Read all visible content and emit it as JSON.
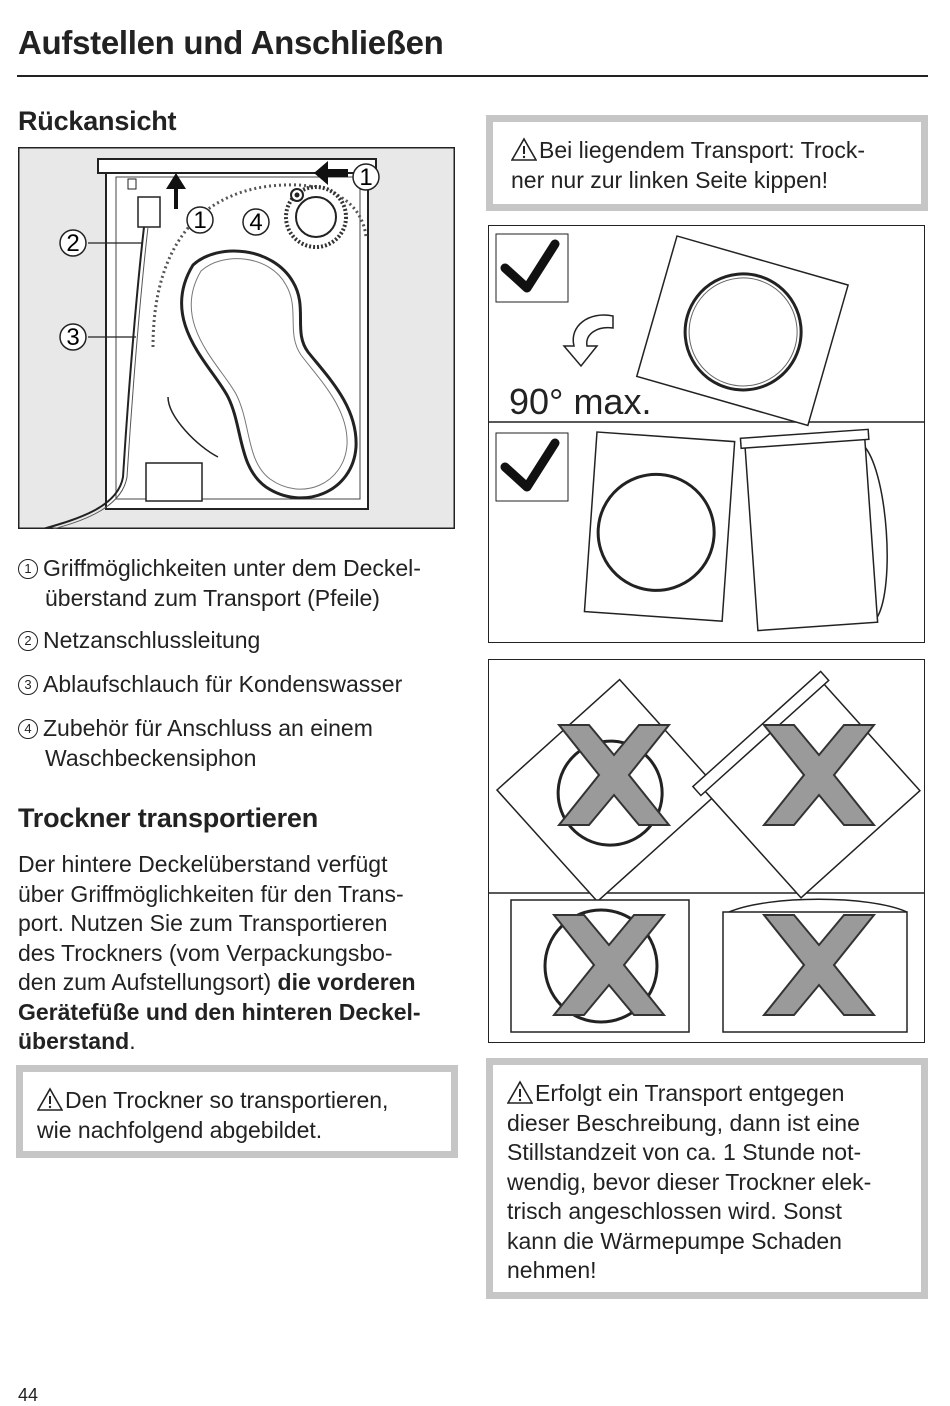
{
  "header": {
    "title": "Aufstellen und Anschließen"
  },
  "rear_view": {
    "heading": "Rückansicht",
    "callouts": [
      "1",
      "2",
      "3",
      "4"
    ],
    "legend": [
      {
        "num": "1",
        "line1": "Griffmöglichkeiten unter dem Deckel-",
        "line2": "überstand zum Transport (Pfeile)"
      },
      {
        "num": "2",
        "line1": "Netzanschlussleitung",
        "line2": ""
      },
      {
        "num": "3",
        "line1": "Ablaufschlauch für Kondenswasser",
        "line2": ""
      },
      {
        "num": "4",
        "line1": "Zubehör für Anschluss an einem",
        "line2": "Waschbeckensiphon"
      }
    ]
  },
  "transport": {
    "heading": "Trockner transportieren",
    "lines": [
      "Der hintere Deckelüberstand verfügt",
      "über Griffmöglichkeiten für den Trans-",
      "port. Nutzen Sie zum Transportieren",
      "des Trockners (vom Verpackungsbo-"
    ],
    "line5_plain": "den zum Aufstellungsort) ",
    "line5_bold": "die vorderen",
    "line6_bold": "Gerätefüße und den hinteren Deckel-",
    "line7_bold": "überstand",
    "line7_end": ".",
    "warning_lines": [
      "Den Trockner so transportieren,",
      "wie nachfolgend abgebildet."
    ]
  },
  "warning_top": {
    "lines": [
      "Bei liegendem Transport: Trock-",
      "ner nur zur linken Seite kippen!"
    ]
  },
  "tilt_figure": {
    "label": "90° max."
  },
  "warning_bottom": {
    "lines": [
      "Erfolgt ein Transport entgegen",
      "dieser Beschreibung, dann ist eine",
      "Stillstandzeit von ca. 1 Stunde not-",
      "wendig, bevor dieser Trockner elek-",
      "trisch angeschlossen wird. Sonst",
      "kann die Wärmepumpe Schaden",
      "nehmen!"
    ]
  },
  "footer": {
    "page_number": "44"
  }
}
